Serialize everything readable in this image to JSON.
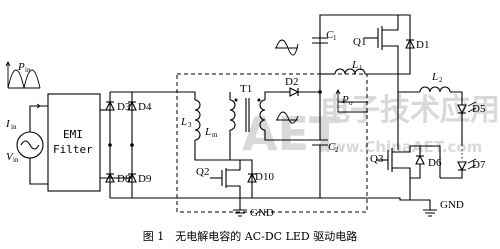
{
  "caption": "图 1　无电解电容的 AC-DC LED 驱动电路",
  "watermark": {
    "logo": "AET",
    "url": "www.ChinaAET.com",
    "chinese": "电子技术应用"
  },
  "blocks": {
    "emi_filter_line1": "EMI",
    "emi_filter_line2": "Filter"
  },
  "labels": {
    "P": "P",
    "P_sub": "in",
    "I": "I",
    "I_sub": "in",
    "V": "V",
    "V_sub": "in",
    "Po": "P",
    "Po_sub": "o",
    "L1": "L",
    "L1_sub": "1",
    "L2": "L",
    "L2_sub": "2",
    "L3": "L",
    "L3_sub": "3",
    "Lm": "L",
    "Lm_sub": "m",
    "C1": "C",
    "C1_sub": "1",
    "C2": "C",
    "C2_sub": "2",
    "T1": "T1",
    "Q1": "Q1",
    "Q2": "Q2",
    "Q3": "Q3",
    "D1": "D1",
    "D2": "D2",
    "D3": "D3",
    "D4": "D4",
    "D5": "D5",
    "D6": "D6",
    "D7": "D7",
    "D8": "D8",
    "D9": "D9",
    "D10": "D10",
    "gnd1": "GND",
    "gnd2": "GND"
  }
}
